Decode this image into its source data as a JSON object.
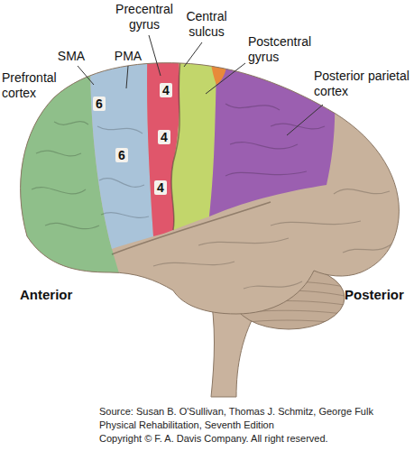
{
  "diagram": {
    "labels": [
      "Precentral gyrus",
      "Central sulcus",
      "SMA",
      "PMA",
      "Prefrontal cortex",
      "Postcentral gyrus",
      "Posterior parietal cortex",
      "6",
      "6",
      "4",
      "4",
      "4",
      "Anterior",
      "Posterior",
      "Source: Susan B. O'Sullivan, Thomas J. Schmitz, George Fulk",
      "Physical Rehabilitation, Seventh Edition",
      "Copyright © F. A. Davis Company. All right reserved."
    ]
  }
}
